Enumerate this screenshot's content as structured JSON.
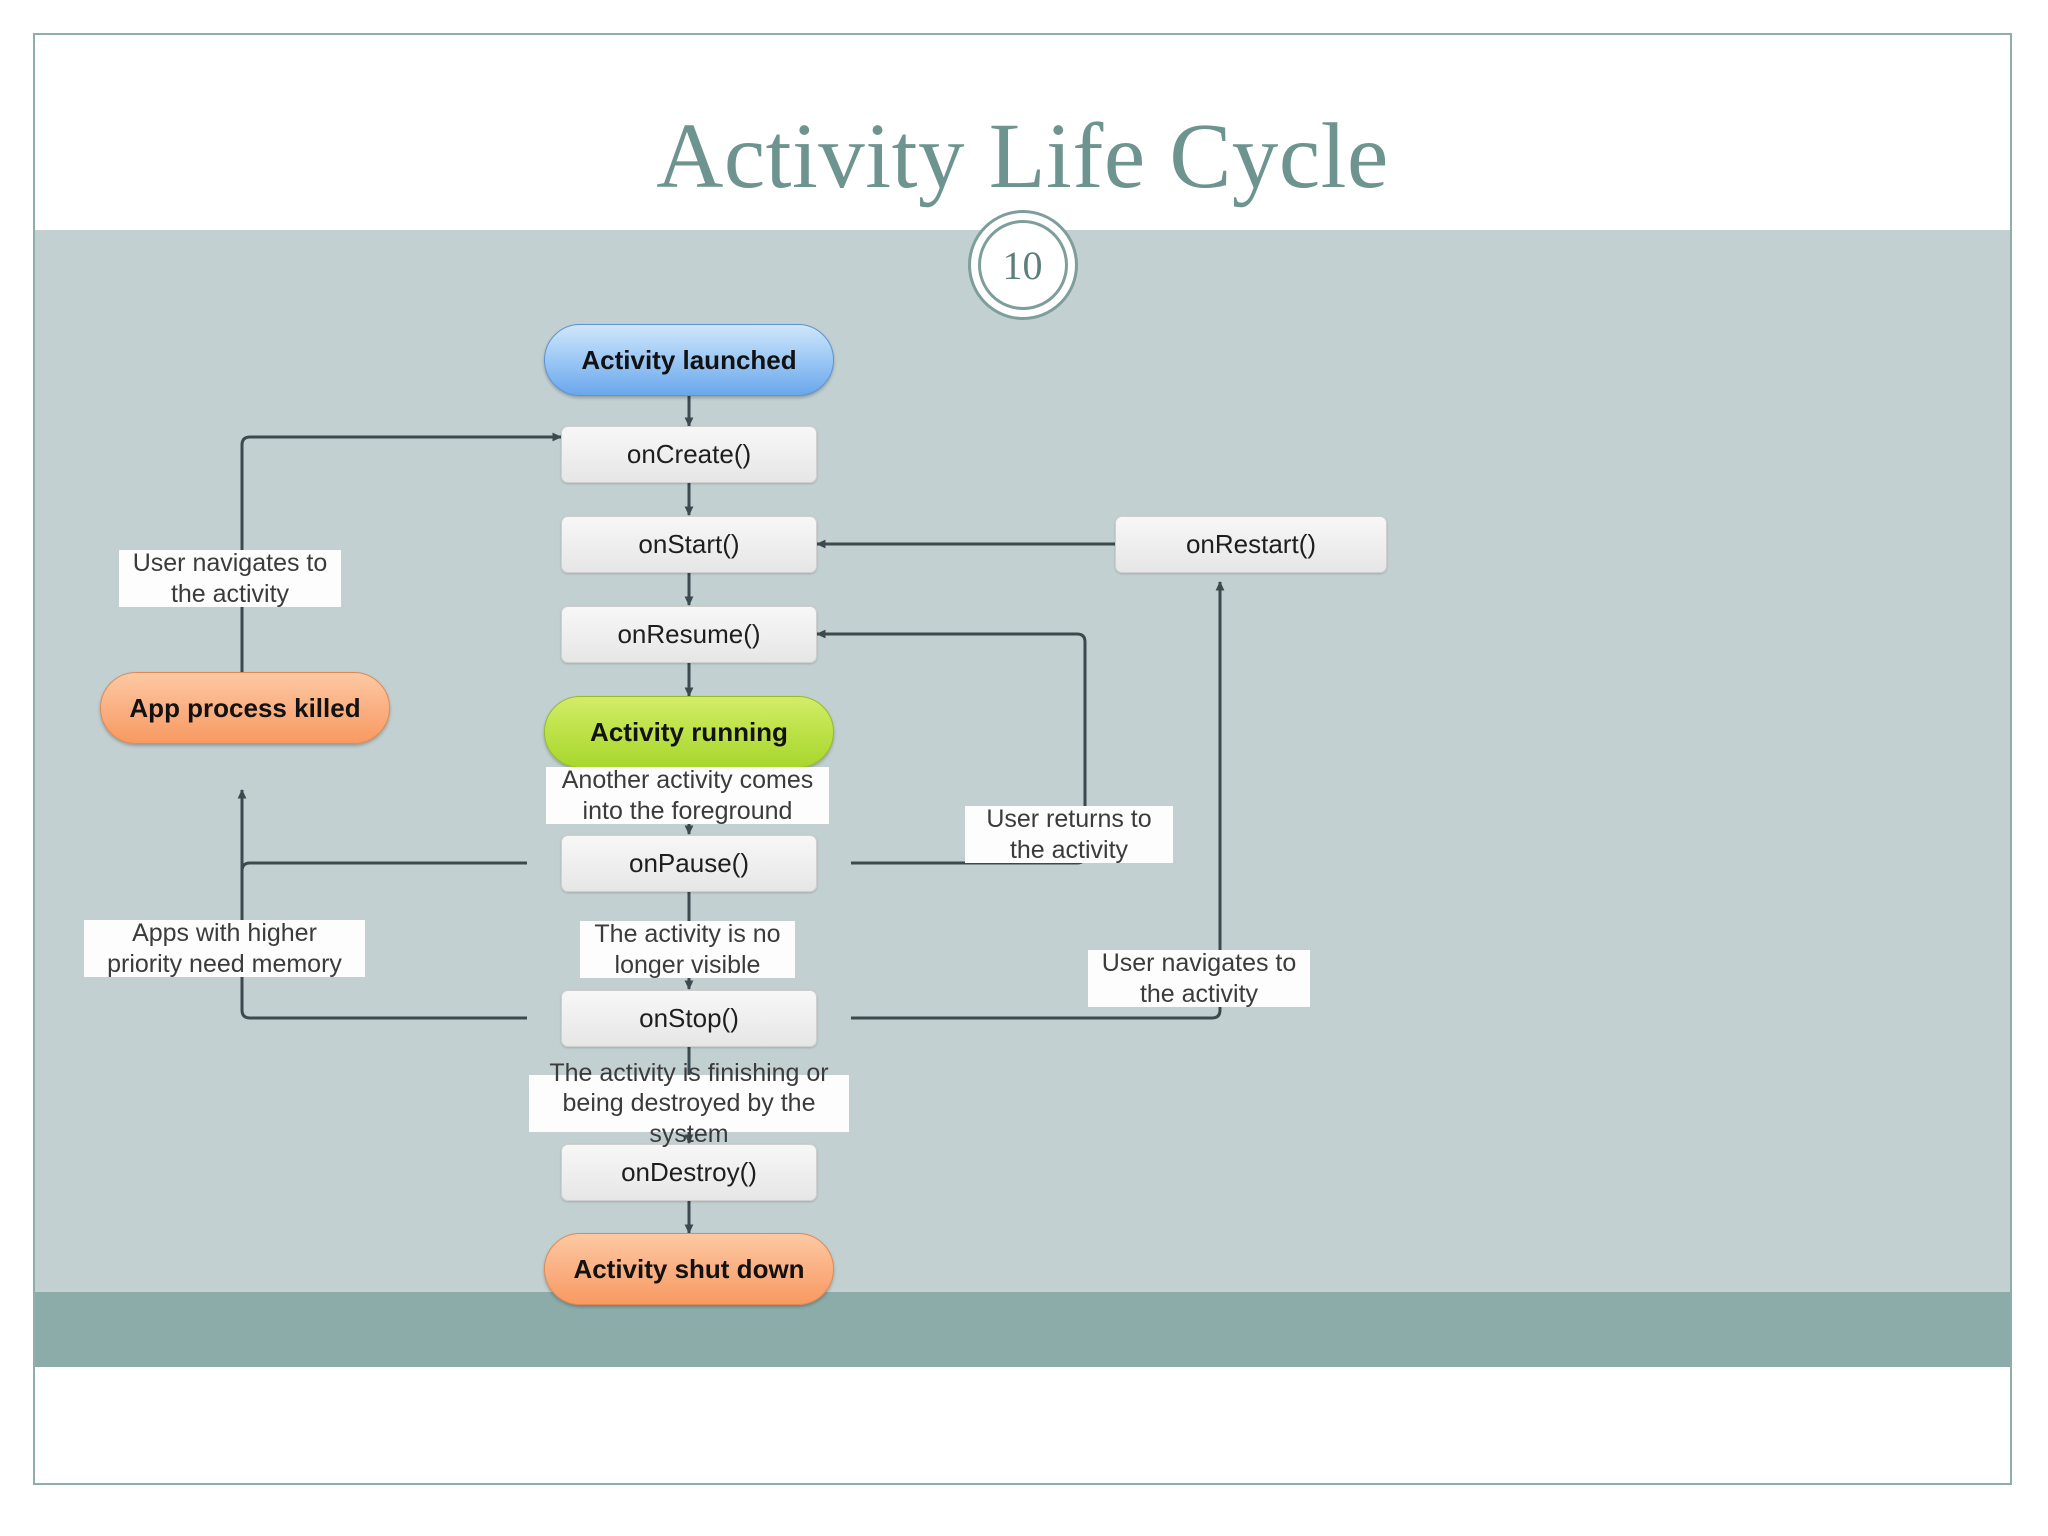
{
  "slide": {
    "title": "Activity Life Cycle",
    "page_number": "10",
    "colors": {
      "title": "#6e9490",
      "border": "#8fadab",
      "content_bg": "#c3d0d2",
      "footer_bg": "#8cacaa",
      "divider": "#7d9e9b"
    }
  },
  "diagram": {
    "type": "flowchart",
    "name": "android-activity-lifecycle",
    "nodes": {
      "activity_launched": "Activity launched",
      "on_create": "onCreate()",
      "on_start": "onStart()",
      "on_resume": "onResume()",
      "on_restart": "onRestart()",
      "activity_running": "Activity running",
      "app_process_killed": "App process killed",
      "on_pause": "onPause()",
      "on_stop": "onStop()",
      "on_destroy": "onDestroy()",
      "activity_shut_down": "Activity shut down"
    },
    "labels": {
      "user_navigates_left": "User navigates to the activity",
      "another_activity_foreground": "Another activity comes into the foreground",
      "user_returns": "User returns to the activity",
      "apps_higher_priority": "Apps with higher priority need memory",
      "activity_not_visible": "The activity is no longer visible",
      "user_navigates_right": "User navigates to the activity",
      "activity_finishing": "The activity is finishing or being destroyed by the system"
    },
    "node_colors": {
      "launched": "#9ec9f5",
      "running": "#bfe34a",
      "killed": "#fbb184",
      "shut_down": "#fbb184",
      "callback": "#eeeeee"
    }
  }
}
